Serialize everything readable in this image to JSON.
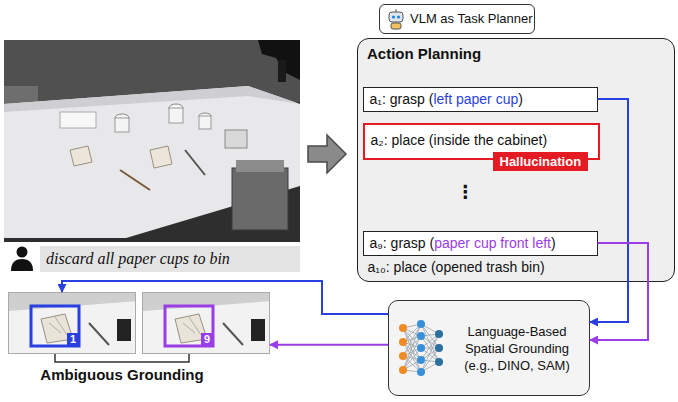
{
  "diagram": {
    "nodes": [
      {
        "text": [
          "VLM as Task Planner"
        ]
      },
      {
        "text": [
          "Action Planning"
        ]
      },
      {
        "text": [
          "a₁: grasp (",
          "left paper cup",
          ")"
        ],
        "in": 1
      },
      {
        "text": [
          "a₂: place (inside the cabinet)"
        ],
        "in": 1
      },
      {
        "text": [
          "Hallucination"
        ],
        "in": 3
      },
      {
        "text": [
          "a₉: grasp (",
          "paper cup front left",
          ")"
        ],
        "in": 1
      },
      {
        "text": [
          "Language-Based Spatial Grounding (e.g., DINO, SAM)"
        ]
      },
      {
        "text": [
          "1"
        ]
      },
      {
        "text": [
          "9"
        ]
      }
    ],
    "edges": [
      {
        "from": 2,
        "to": 6,
        "arrow": "to"
      },
      {
        "from": 5,
        "to": 6,
        "arrow": "to"
      },
      {
        "from": 6,
        "to": 7,
        "arrow": "to"
      },
      {
        "from": 6,
        "to": 8,
        "arrow": "to"
      }
    ],
    "labels": [
      "⋮",
      "a₁₀: place (opened trash bin)",
      "discard all paper cups to bin",
      "Ambiguous Grounding"
    ]
  }
}
